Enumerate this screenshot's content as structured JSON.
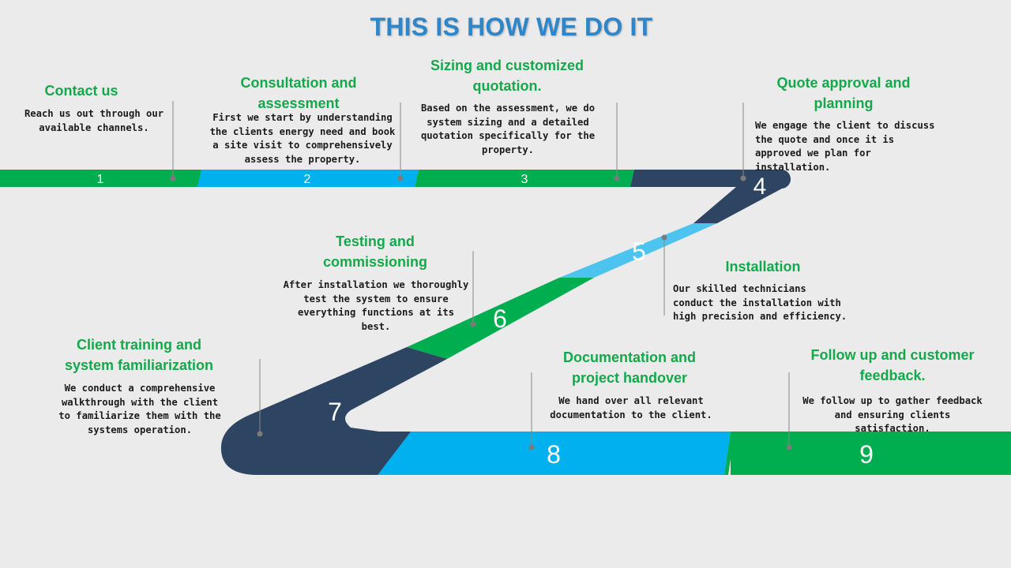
{
  "title": "THIS IS HOW WE DO IT",
  "colors": {
    "navy": "#2d4463",
    "green": "#00ae4f",
    "blue": "#00b0ef",
    "light_blue": "#4dc3f0",
    "title": "#2e86c8",
    "step_title": "#13a94b"
  },
  "steps": [
    {
      "number": "1",
      "title": "Contact us",
      "description": "Reach us out through our available channels."
    },
    {
      "number": "2",
      "title": "Consultation and assessment",
      "description": "First we start by understanding the clients energy need and book a site visit to comprehensively assess the property."
    },
    {
      "number": "3",
      "title": "Sizing and customized quotation.",
      "description": "Based on the assessment, we do system sizing and a detailed quotation specifically for the property."
    },
    {
      "number": "4",
      "title": "Quote approval and planning",
      "description": "We engage the client to discuss the quote and once it is approved we plan for installation."
    },
    {
      "number": "5",
      "title": "Installation",
      "description": "Our skilled technicians conduct the installation with high precision and efficiency."
    },
    {
      "number": "6",
      "title": "Testing and commissioning",
      "description": "After installation we thoroughly test the system to ensure everything functions at its best."
    },
    {
      "number": "7",
      "title": "Client training and system familiarization",
      "description": "We conduct a comprehensive walkthrough with the client to familiarize them with the systems operation."
    },
    {
      "number": "8",
      "title": "Documentation and project handover",
      "description": "We hand over all relevant documentation to the client."
    },
    {
      "number": "9",
      "title": "Follow up and customer feedback.",
      "description": "We follow up to gather feedback and ensuring clients satisfaction."
    }
  ]
}
